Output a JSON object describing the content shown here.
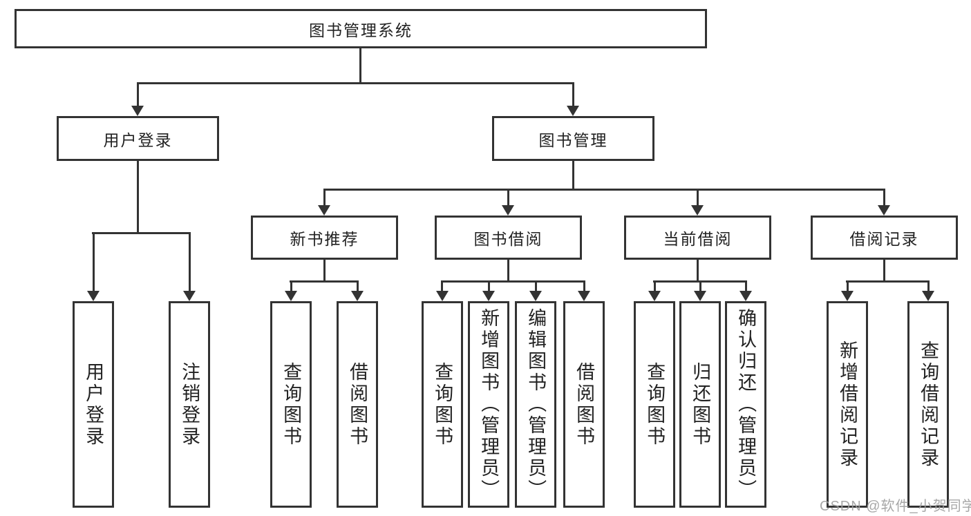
{
  "diagram_title": "图书管理系统",
  "colors": {
    "line": "#333333",
    "text": "#222222",
    "box_background": "#ffffff",
    "watermark": "#9e9e9e"
  },
  "icons": {
    "connector_arrow": "solid-triangle-down"
  },
  "tree": {
    "label": "图书管理系统",
    "children": [
      {
        "label": "用户登录",
        "children": [
          {
            "label": "用户登录"
          },
          {
            "label": "注销登录"
          }
        ]
      },
      {
        "label": "图书管理",
        "children": [
          {
            "label": "新书推荐",
            "children": [
              {
                "label": "查询图书"
              },
              {
                "label": "借阅图书"
              }
            ]
          },
          {
            "label": "图书借阅",
            "children": [
              {
                "label": "查询图书"
              },
              {
                "label": "新增图书（管理员）"
              },
              {
                "label": "编辑图书（管理员）"
              },
              {
                "label": "借阅图书"
              }
            ]
          },
          {
            "label": "当前借阅",
            "children": [
              {
                "label": "查询图书"
              },
              {
                "label": "归还图书"
              },
              {
                "label": "确认归还（管理员）"
              }
            ]
          },
          {
            "label": "借阅记录",
            "children": [
              {
                "label": "新增借阅记录"
              },
              {
                "label": "查询借阅记录"
              }
            ]
          }
        ]
      }
    ]
  },
  "watermark": {
    "text": "CSDN @软件_小贺同学"
  }
}
